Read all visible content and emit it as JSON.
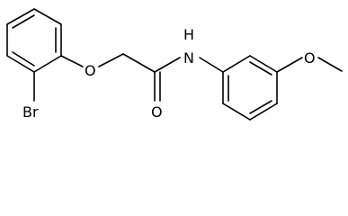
{
  "molecule": {
    "atoms": {
      "bromine": "Br",
      "ether_oxygen": "O",
      "carbonyl_oxygen": "O",
      "amide_nitrogen": "N",
      "amide_hydrogen": "H",
      "methoxy_oxygen": "O"
    }
  }
}
